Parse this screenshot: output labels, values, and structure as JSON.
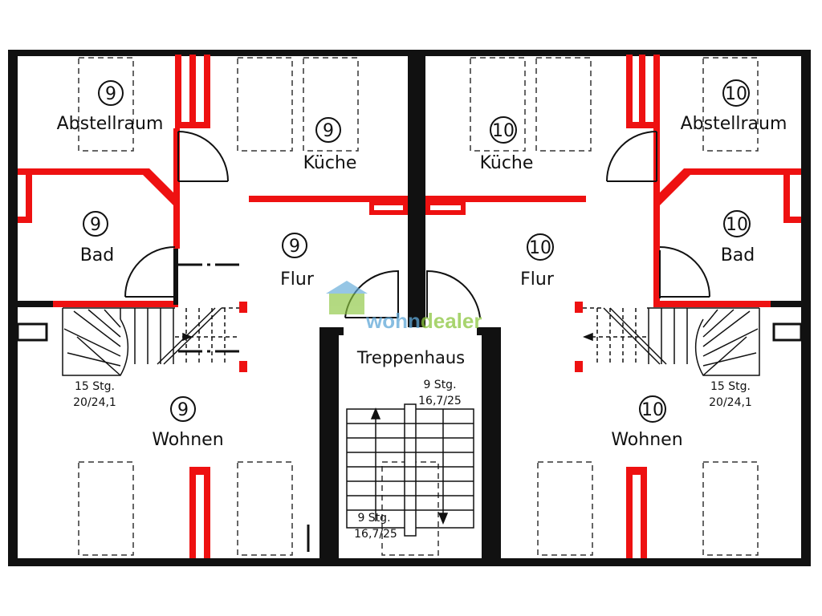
{
  "watermark": {
    "prefix": "wohn",
    "suffix": "dealer",
    "icon": "house-icon",
    "colors": {
      "prefix": "#5fa8d8",
      "suffix": "#8cc63f"
    }
  },
  "colors": {
    "wall": "#111111",
    "new_wall": "#ee1111",
    "furniture": "#333333"
  },
  "units": {
    "left": {
      "number": "9",
      "rooms": {
        "abstellraum": "Abstellraum",
        "kueche": "Küche",
        "bad": "Bad",
        "flur": "Flur",
        "wohnen": "Wohnen"
      },
      "stair": {
        "steps": "15 Stg.",
        "ratio": "20/24,1"
      }
    },
    "right": {
      "number": "10",
      "rooms": {
        "abstellraum": "Abstellraum",
        "kueche": "Küche",
        "bad": "Bad",
        "flur": "Flur",
        "wohnen": "Wohnen"
      },
      "stair": {
        "steps": "15 Stg.",
        "ratio": "20/24,1"
      }
    }
  },
  "stairwell": {
    "title": "Treppenhaus",
    "upper_flight": {
      "steps": "9 Stg.",
      "ratio": "16,7/25"
    },
    "lower_flight": {
      "steps": "9 Stg.",
      "ratio": "16,7/25"
    }
  }
}
